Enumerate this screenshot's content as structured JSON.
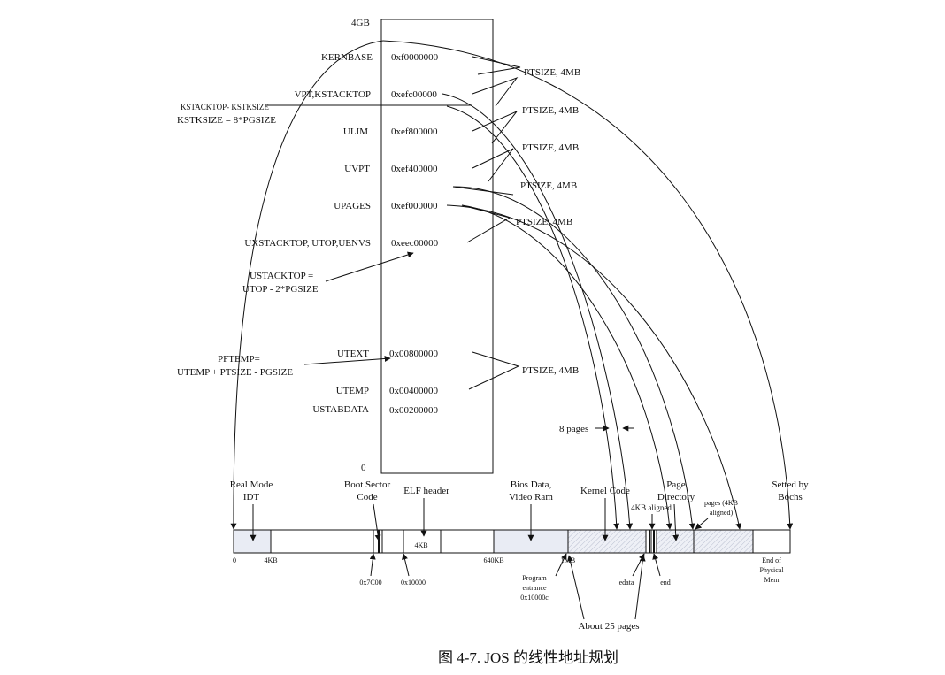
{
  "linear_space": {
    "top_label": "4GB",
    "bottom_label": "0",
    "rows": [
      {
        "name": "KERNBASE",
        "addr": "0xf0000000",
        "size": "PTSIZE, 4MB"
      },
      {
        "name": "VPT,KSTACKTOP",
        "addr": "0xefc00000",
        "size": "PTSIZE, 4MB"
      },
      {
        "name": "ULIM",
        "addr": "0xef800000",
        "size": "PTSIZE, 4MB"
      },
      {
        "name": "UVPT",
        "addr": "0xef400000",
        "size": "PTSIZE, 4MB"
      },
      {
        "name": "UPAGES",
        "addr": "0xef000000",
        "size": "PTSIZE, 4MB"
      },
      {
        "name": "UXSTACKTOP, UTOP,UENVS",
        "addr": "0xeec00000"
      },
      {
        "name": "UTEXT",
        "addr": "0x00800000",
        "size": "PTSIZE, 4MB"
      },
      {
        "name": "UTEMP",
        "addr": "0x00400000"
      },
      {
        "name": "USTABDATA",
        "addr": "0x00200000"
      }
    ],
    "notes": {
      "kstack_line1": "KSTACKTOP- KSTKSIZE",
      "kstack_line2": "KSTKSIZE = 8*PGSIZE",
      "ustack_line1": "USTACKTOP =",
      "ustack_line2": "UTOP - 2*PGSIZE",
      "pftemp_line1": "PFTEMP=",
      "pftemp_line2": "UTEMP + PTSIZE - PGSIZE"
    }
  },
  "physical_memory": {
    "region_labels": {
      "real_mode_idt_1": "Real Mode",
      "real_mode_idt_2": "IDT",
      "boot_sector_1": "Boot Sector",
      "boot_sector_2": "Code",
      "elf_header": "ELF header",
      "bios_1": "Bios Data,",
      "bios_2": "Video Ram",
      "kernel_code": "Kernel Code",
      "page_dir_1": "Page",
      "page_dir_2": "Directory",
      "kb_aligned": "4KB aligned",
      "pages_1": "pages (4KB",
      "pages_2": "aligned)",
      "setted_1": "Setted by",
      "setted_2": "Bochs",
      "eight_pages": "8 pages",
      "elf_size": "4KB"
    },
    "ticks": {
      "zero": "0",
      "four_kb": "4KB",
      "x7c00": "0x7C00",
      "x10000": "0x10000",
      "kb640": "640KB",
      "mb1": "1MB",
      "prog_1": "Program",
      "prog_2": "entrance",
      "prog_3": "0x10000c",
      "edata": "edata",
      "end": "end",
      "eom_1": "End of",
      "eom_2": "Physical",
      "eom_3": "Mem",
      "about": "About 25 pages"
    }
  },
  "caption": "图 4-7. JOS 的线性地址规划"
}
